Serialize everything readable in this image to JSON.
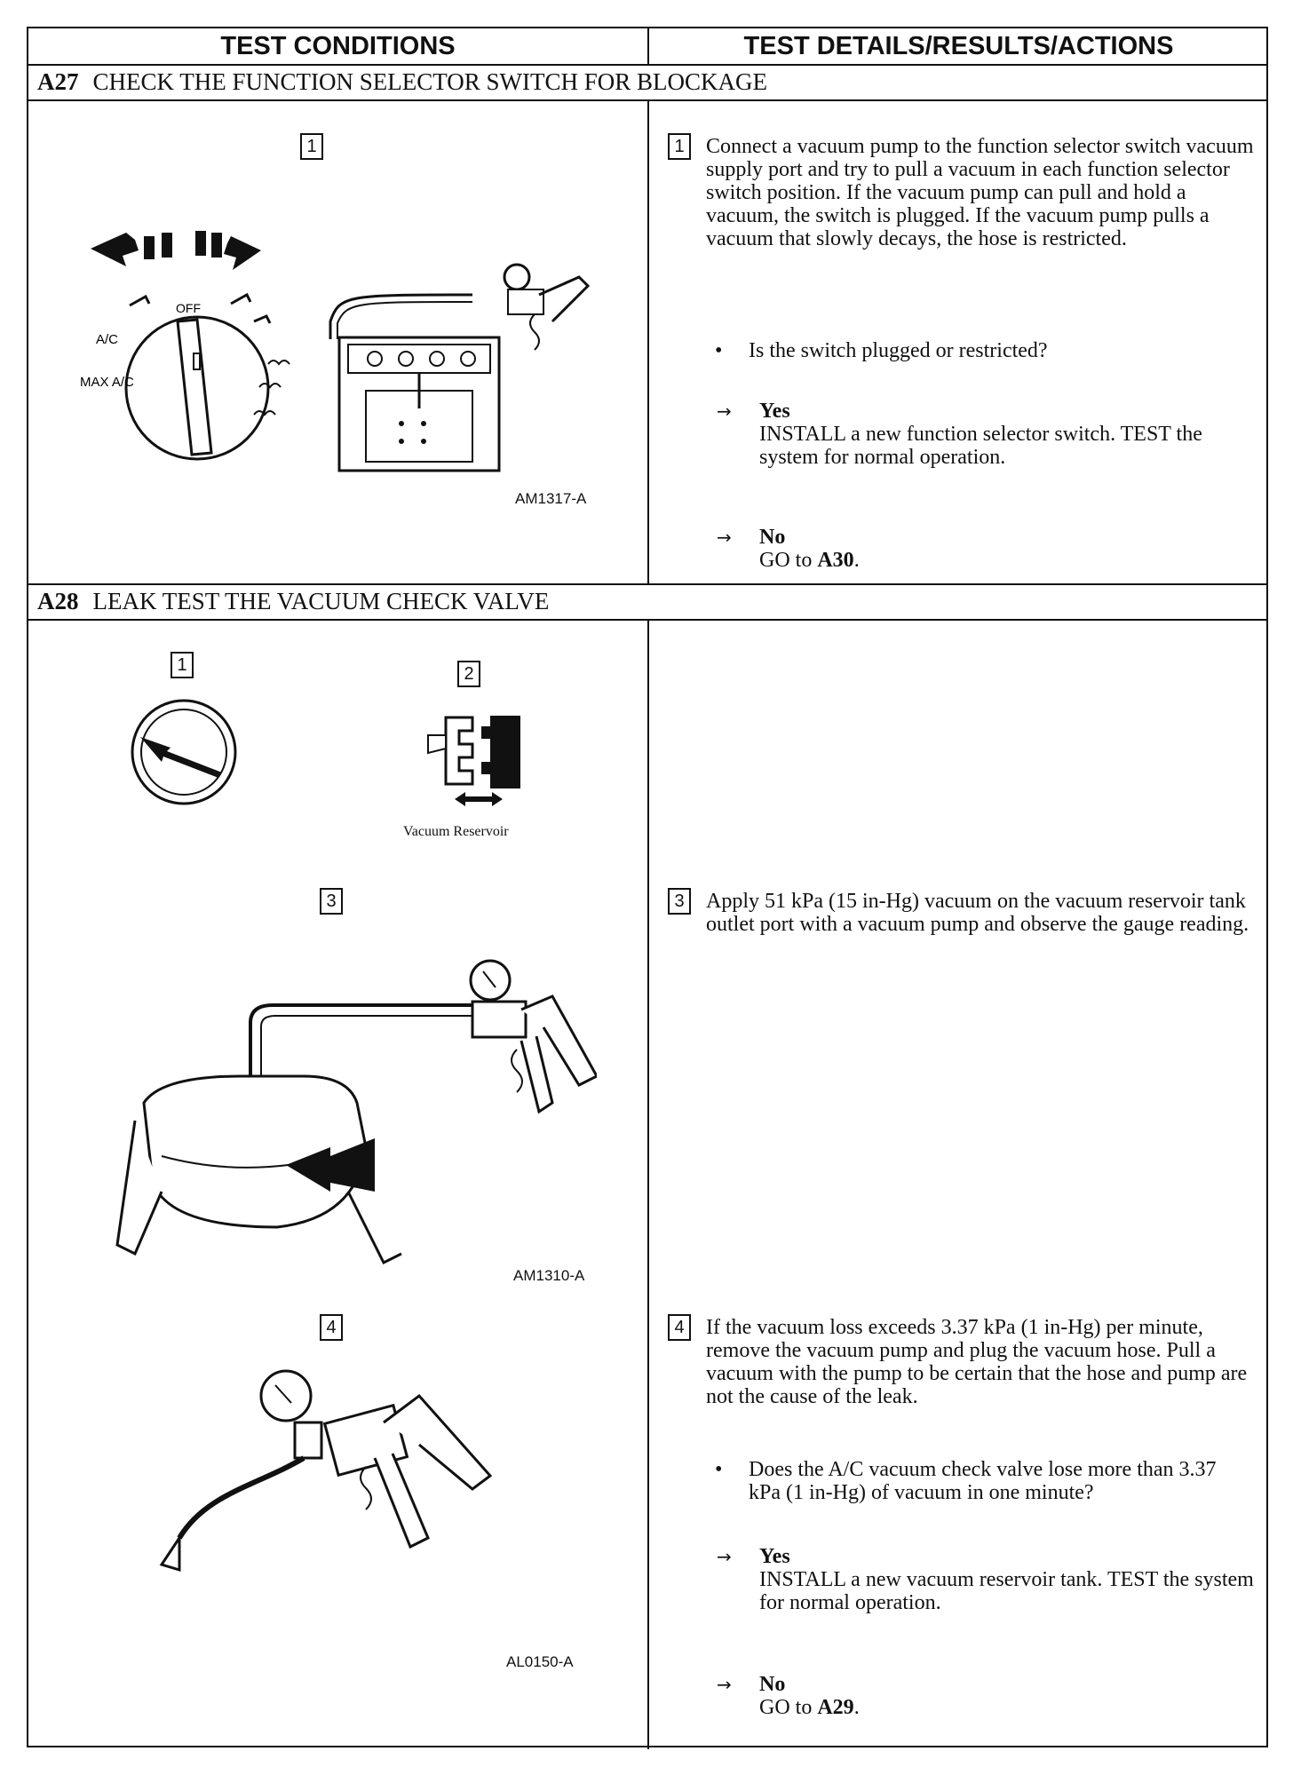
{
  "header": {
    "left": "TEST CONDITIONS",
    "right": "TEST DETAILS/RESULTS/ACTIONS"
  },
  "a27": {
    "code": "A27",
    "title": "CHECK THE FUNCTION SELECTOR SWITCH FOR BLOCKAGE",
    "step_num": "1",
    "figure_id": "AM1317-A",
    "dial_labels": {
      "off": "OFF",
      "ac": "A/C",
      "max_ac": "MAX A/C"
    },
    "details": "Connect a vacuum pump to the function selector switch vacuum supply port and try to pull a vacuum in each function selector switch position. If the vacuum pump can pull and hold a vacuum, the switch is plugged. If the vacuum pump pulls a vacuum that slowly decays, the hose is restricted.",
    "question": "Is the switch plugged or restricted?",
    "yes_label": "Yes",
    "yes_text": "INSTALL a new function selector switch. TEST the system for normal operation.",
    "no_label": "No",
    "no_text_prefix": "GO to ",
    "no_target": "A30",
    "no_text_suffix": "."
  },
  "a28": {
    "code": "A28",
    "title": "LEAK TEST THE VACUUM CHECK VALVE",
    "steps": [
      "1",
      "2",
      "3",
      "4"
    ],
    "reservoir_caption": "Vacuum Reservoir",
    "figure_id_1": "AM1310-A",
    "figure_id_2": "AL0150-A",
    "step3_text": "Apply 51 kPa (15 in-Hg) vacuum on the vacuum reservoir tank outlet port with a vacuum pump and observe the gauge reading.",
    "step4_text": "If the vacuum loss exceeds 3.37 kPa (1 in-Hg) per minute, remove the vacuum pump and plug the vacuum hose. Pull a vacuum with the pump to be certain that the hose and pump are not the cause of the leak.",
    "question": "Does the A/C vacuum check valve lose more than 3.37 kPa (1 in-Hg) of vacuum in one minute?",
    "yes_label": "Yes",
    "yes_text": "INSTALL a new vacuum reservoir tank. TEST the system for normal operation.",
    "no_label": "No",
    "no_text_prefix": "GO to ",
    "no_target": "A29",
    "no_text_suffix": "."
  }
}
